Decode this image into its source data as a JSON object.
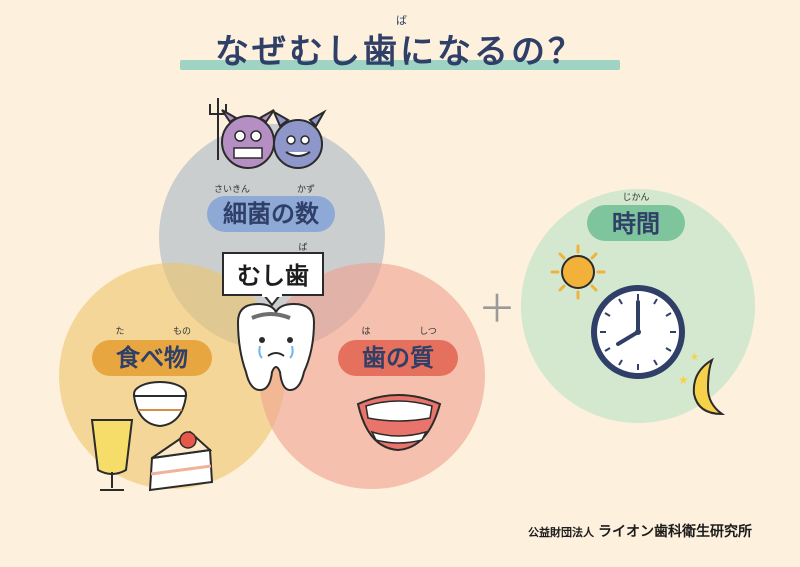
{
  "title": {
    "text": "なぜむし歯になるの？",
    "ruby": "ば"
  },
  "circles": {
    "bacteria": {
      "label": "細菌の数",
      "ruby_left": "さいきん",
      "ruby_right": "かず",
      "color": "#a9b8c5"
    },
    "food": {
      "label": "食べ物",
      "ruby_left": "た",
      "ruby_right": "もの",
      "color": "#eec46a"
    },
    "tooth": {
      "label": "歯の質",
      "ruby_left": "は",
      "ruby_right": "しつ",
      "color": "#f0a290"
    },
    "time": {
      "label": "時間",
      "ruby": "じかん",
      "color": "#d3e8cf"
    }
  },
  "center": {
    "label": "むし歯",
    "ruby": "ば"
  },
  "plus": "＋",
  "footer": {
    "prefix": "公益財団法人",
    "name": "ライオン歯科衛生研究所"
  }
}
